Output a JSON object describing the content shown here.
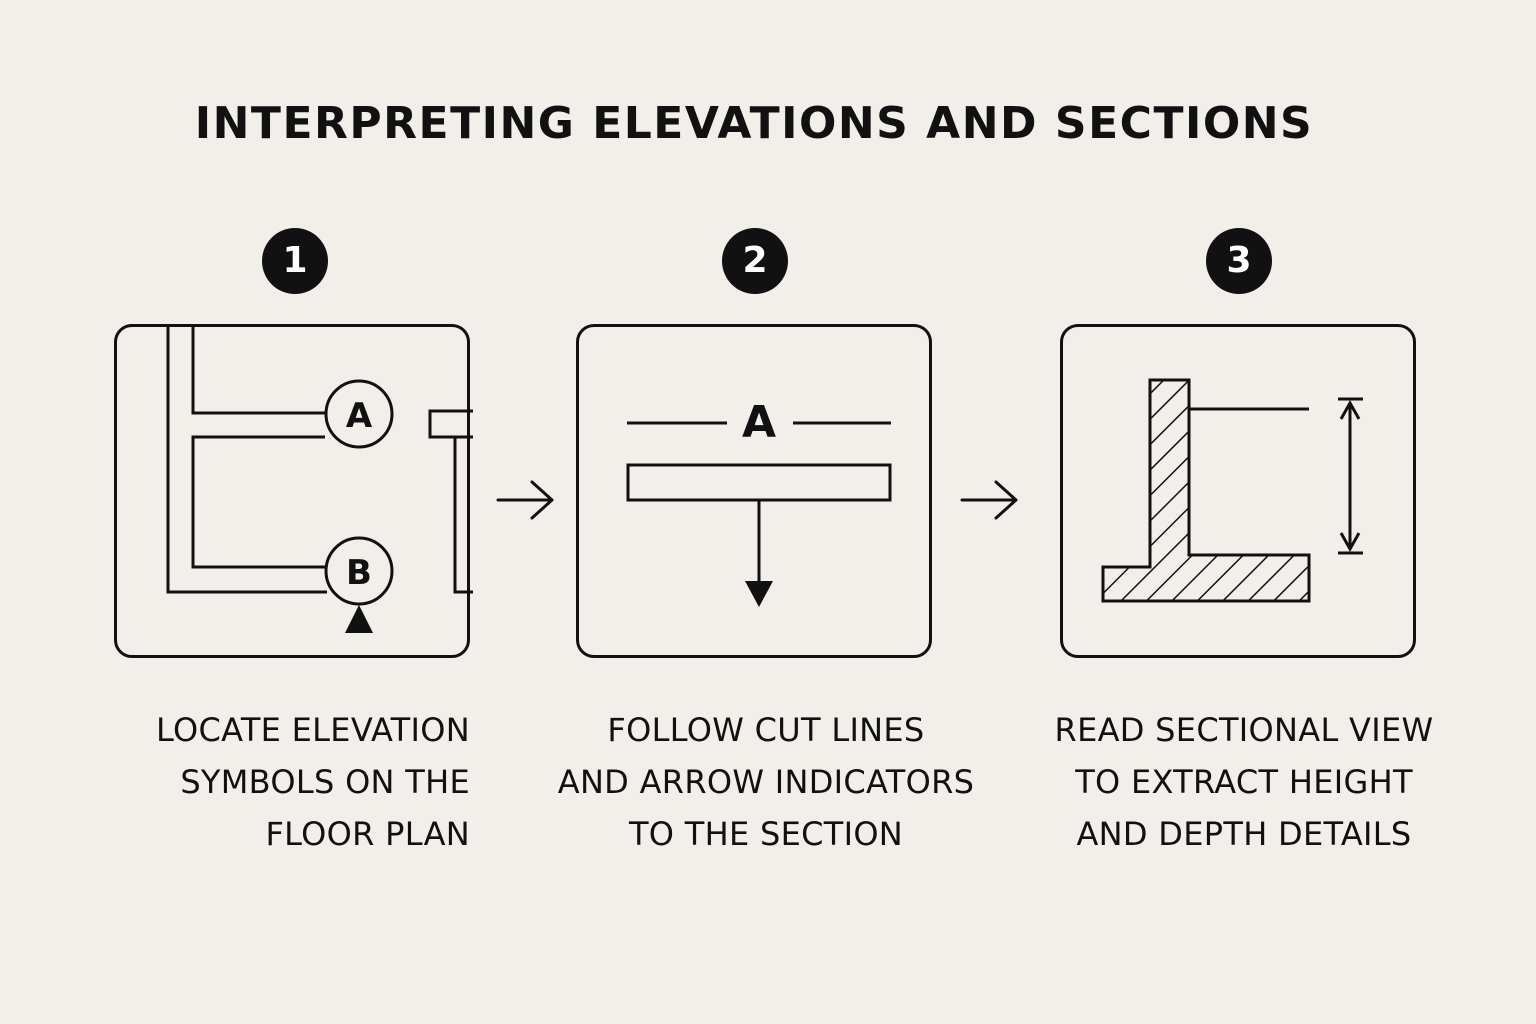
{
  "title": "INTERPRETING ELEVATIONS AND SECTIONS",
  "steps": [
    {
      "number": "1",
      "caption": [
        "LOCATE ELEVATION",
        "SYMBOLS ON THE",
        "FLOOR PLAN"
      ],
      "markers": [
        "A",
        "B"
      ]
    },
    {
      "number": "2",
      "caption": [
        "FOLLOW CUT LINES",
        "AND ARROW INDICATORS",
        "TO THE SECTION"
      ],
      "markers": [
        "A"
      ]
    },
    {
      "number": "3",
      "caption": [
        "READ SECTIONAL VIEW",
        "TO EXTRACT HEIGHT",
        "AND DEPTH DETAILS"
      ]
    }
  ],
  "icons": {
    "flow_arrow": "right-arrow-icon",
    "panel_1": "floor-plan-icon",
    "panel_2": "cut-line-icon",
    "panel_3": "section-view-icon"
  },
  "colors": {
    "background": "#f2efea",
    "ink": "#111111",
    "badge_text": "#ffffff"
  }
}
